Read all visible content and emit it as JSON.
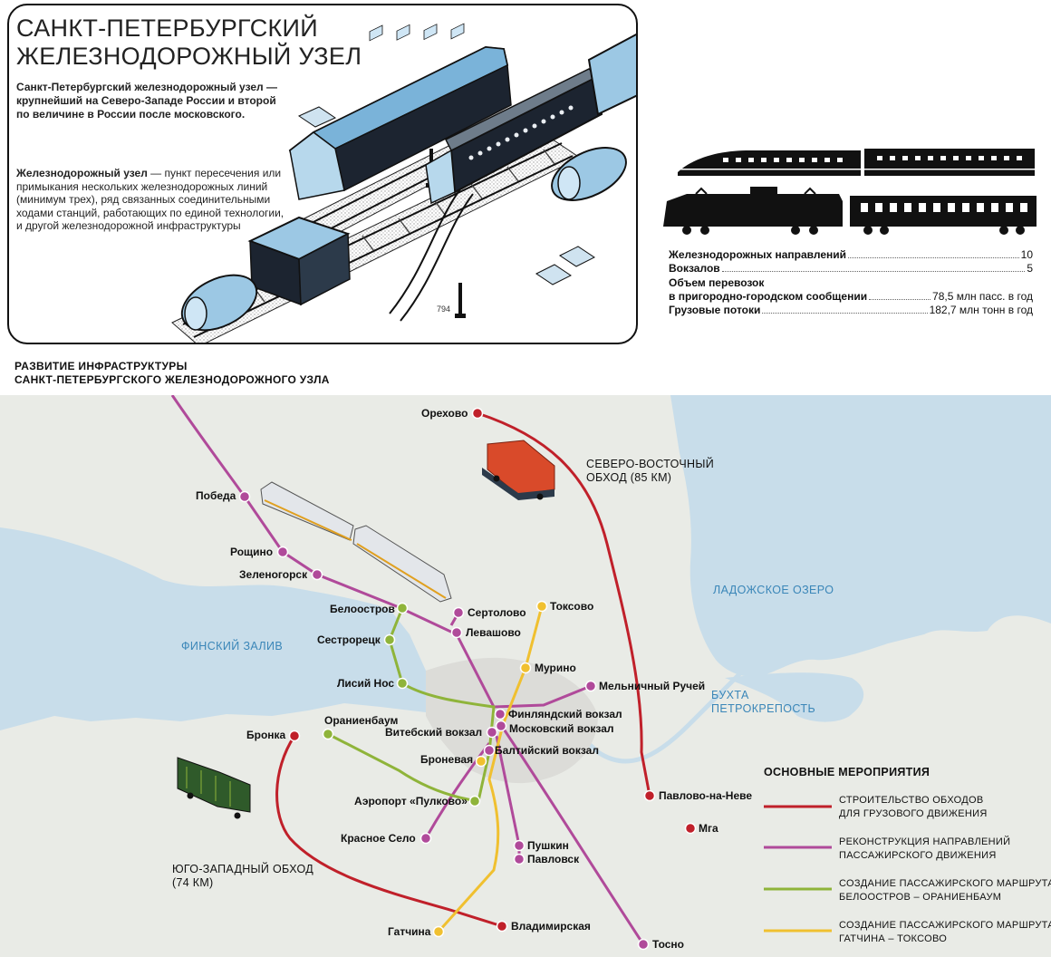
{
  "header": {
    "title_line1": "САНКТ-ПЕТЕРБУРГСКИЙ",
    "title_line2": "ЖЕЛЕЗНОДОРОЖНЫЙ УЗЕЛ",
    "intro": "Санкт-Петербургский железнодорожный узел — крупнейший на Северо-Западе России и второй по величине в России после московского.",
    "definition_term": "Железнодорожный узел",
    "definition_text": " — пункт пересечения или примыкания нескольких железнодорожных линий (минимум трех), ряд связанных соединительными ходами станций, работающих по единой технологии, и другой железнодорожной инфраструктуры",
    "km_marker": "794"
  },
  "stats": [
    {
      "label": "Железнодорожных направлений",
      "value": "10"
    },
    {
      "label": "Вокзалов",
      "value": "5"
    },
    {
      "label": "Объем перевозок",
      "value": ""
    },
    {
      "label": "в пригородно-городском сообщении",
      "value": "78,5 млн пасс. в год"
    },
    {
      "label": "Грузовые потоки",
      "value": "182,7 млн тонн в год"
    }
  ],
  "section_title": {
    "line1": "РАЗВИТИЕ ИНФРАСТРУКТУРЫ",
    "line2": "САНКТ-ПЕТЕРБУРГСКОГО ЖЕЛЕЗНОДОРОЖНОГО УЗЛА"
  },
  "map": {
    "colors": {
      "bypass": "#c0202a",
      "reconstruction": "#b04a9a",
      "green_route": "#8fb43a",
      "yellow_route": "#f0c030",
      "water": "#c8ddea",
      "land": "#e9ebe6",
      "urban": "#dfe0dc"
    },
    "water_labels": {
      "finsky": "ФИНСКИЙ ЗАЛИВ",
      "ladoga": "ЛАДОЖСКОЕ ОЗЕРО",
      "bukhta1": "БУХТА",
      "bukhta2": "ПЕТРОКРЕПОСТЬ"
    },
    "ne_bypass": {
      "line1": "СЕВЕРО-ВОСТОЧНЫЙ",
      "line2": "ОБХОД (85 КМ)"
    },
    "sw_bypass": {
      "line1": "ЮГО-ЗАПАДНЫЙ ОБХОД",
      "line2": "(74 КМ)"
    },
    "stations": {
      "orekhovo": "Орехово",
      "pobeda": "Победа",
      "roshchino": "Рощино",
      "zelenogorsk": "Зеленогорск",
      "beloostrov": "Белоостров",
      "sertolovo": "Сертолово",
      "levashovo": "Левашово",
      "toksovo": "Токсово",
      "sestroretsk": "Сестрорецк",
      "murino": "Мурино",
      "lisiy_nos": "Лисий Нос",
      "melnichny": "Мельничный Ручей",
      "finlyandsky": "Финляндский вокзал",
      "vitebsky": "Витебский вокзал",
      "moskovsky": "Московский вокзал",
      "oranienbaum": "Ораниенбаум",
      "bronka": "Бронка",
      "baltiysky": "Балтийский вокзал",
      "bronevaya": "Броневая",
      "pulkovo": "Аэропорт «Пулково»",
      "pavlovo": "Павлово-на-Неве",
      "mga": "Мга",
      "krasnoe_selo": "Красное Село",
      "pushkin": "Пушкин",
      "pavlovsk": "Павловск",
      "gatchina": "Гатчина",
      "vladimirskaya": "Владимирская",
      "tosno": "Тосно"
    },
    "legend": {
      "title": "ОСНОВНЫЕ МЕРОПРИЯТИЯ",
      "items": [
        {
          "line1": "СТРОИТЕЛЬСТВО ОБХОДОВ",
          "line2": "ДЛЯ ГРУЗОВОГО ДВИЖЕНИЯ"
        },
        {
          "line1": "РЕКОНСТРУКЦИЯ НАПРАВЛЕНИЙ",
          "line2": "ПАССАЖИРСКОГО ДВИЖЕНИЯ"
        },
        {
          "line1": "СОЗДАНИЕ ПАССАЖИРСКОГО МАРШРУТА",
          "line2": "БЕЛООСТРОВ – ОРАНИЕНБАУМ"
        },
        {
          "line1": "СОЗДАНИЕ ПАССАЖИРСКОГО МАРШРУТА",
          "line2": "ГАТЧИНА – ТОКСОВО"
        }
      ]
    }
  }
}
